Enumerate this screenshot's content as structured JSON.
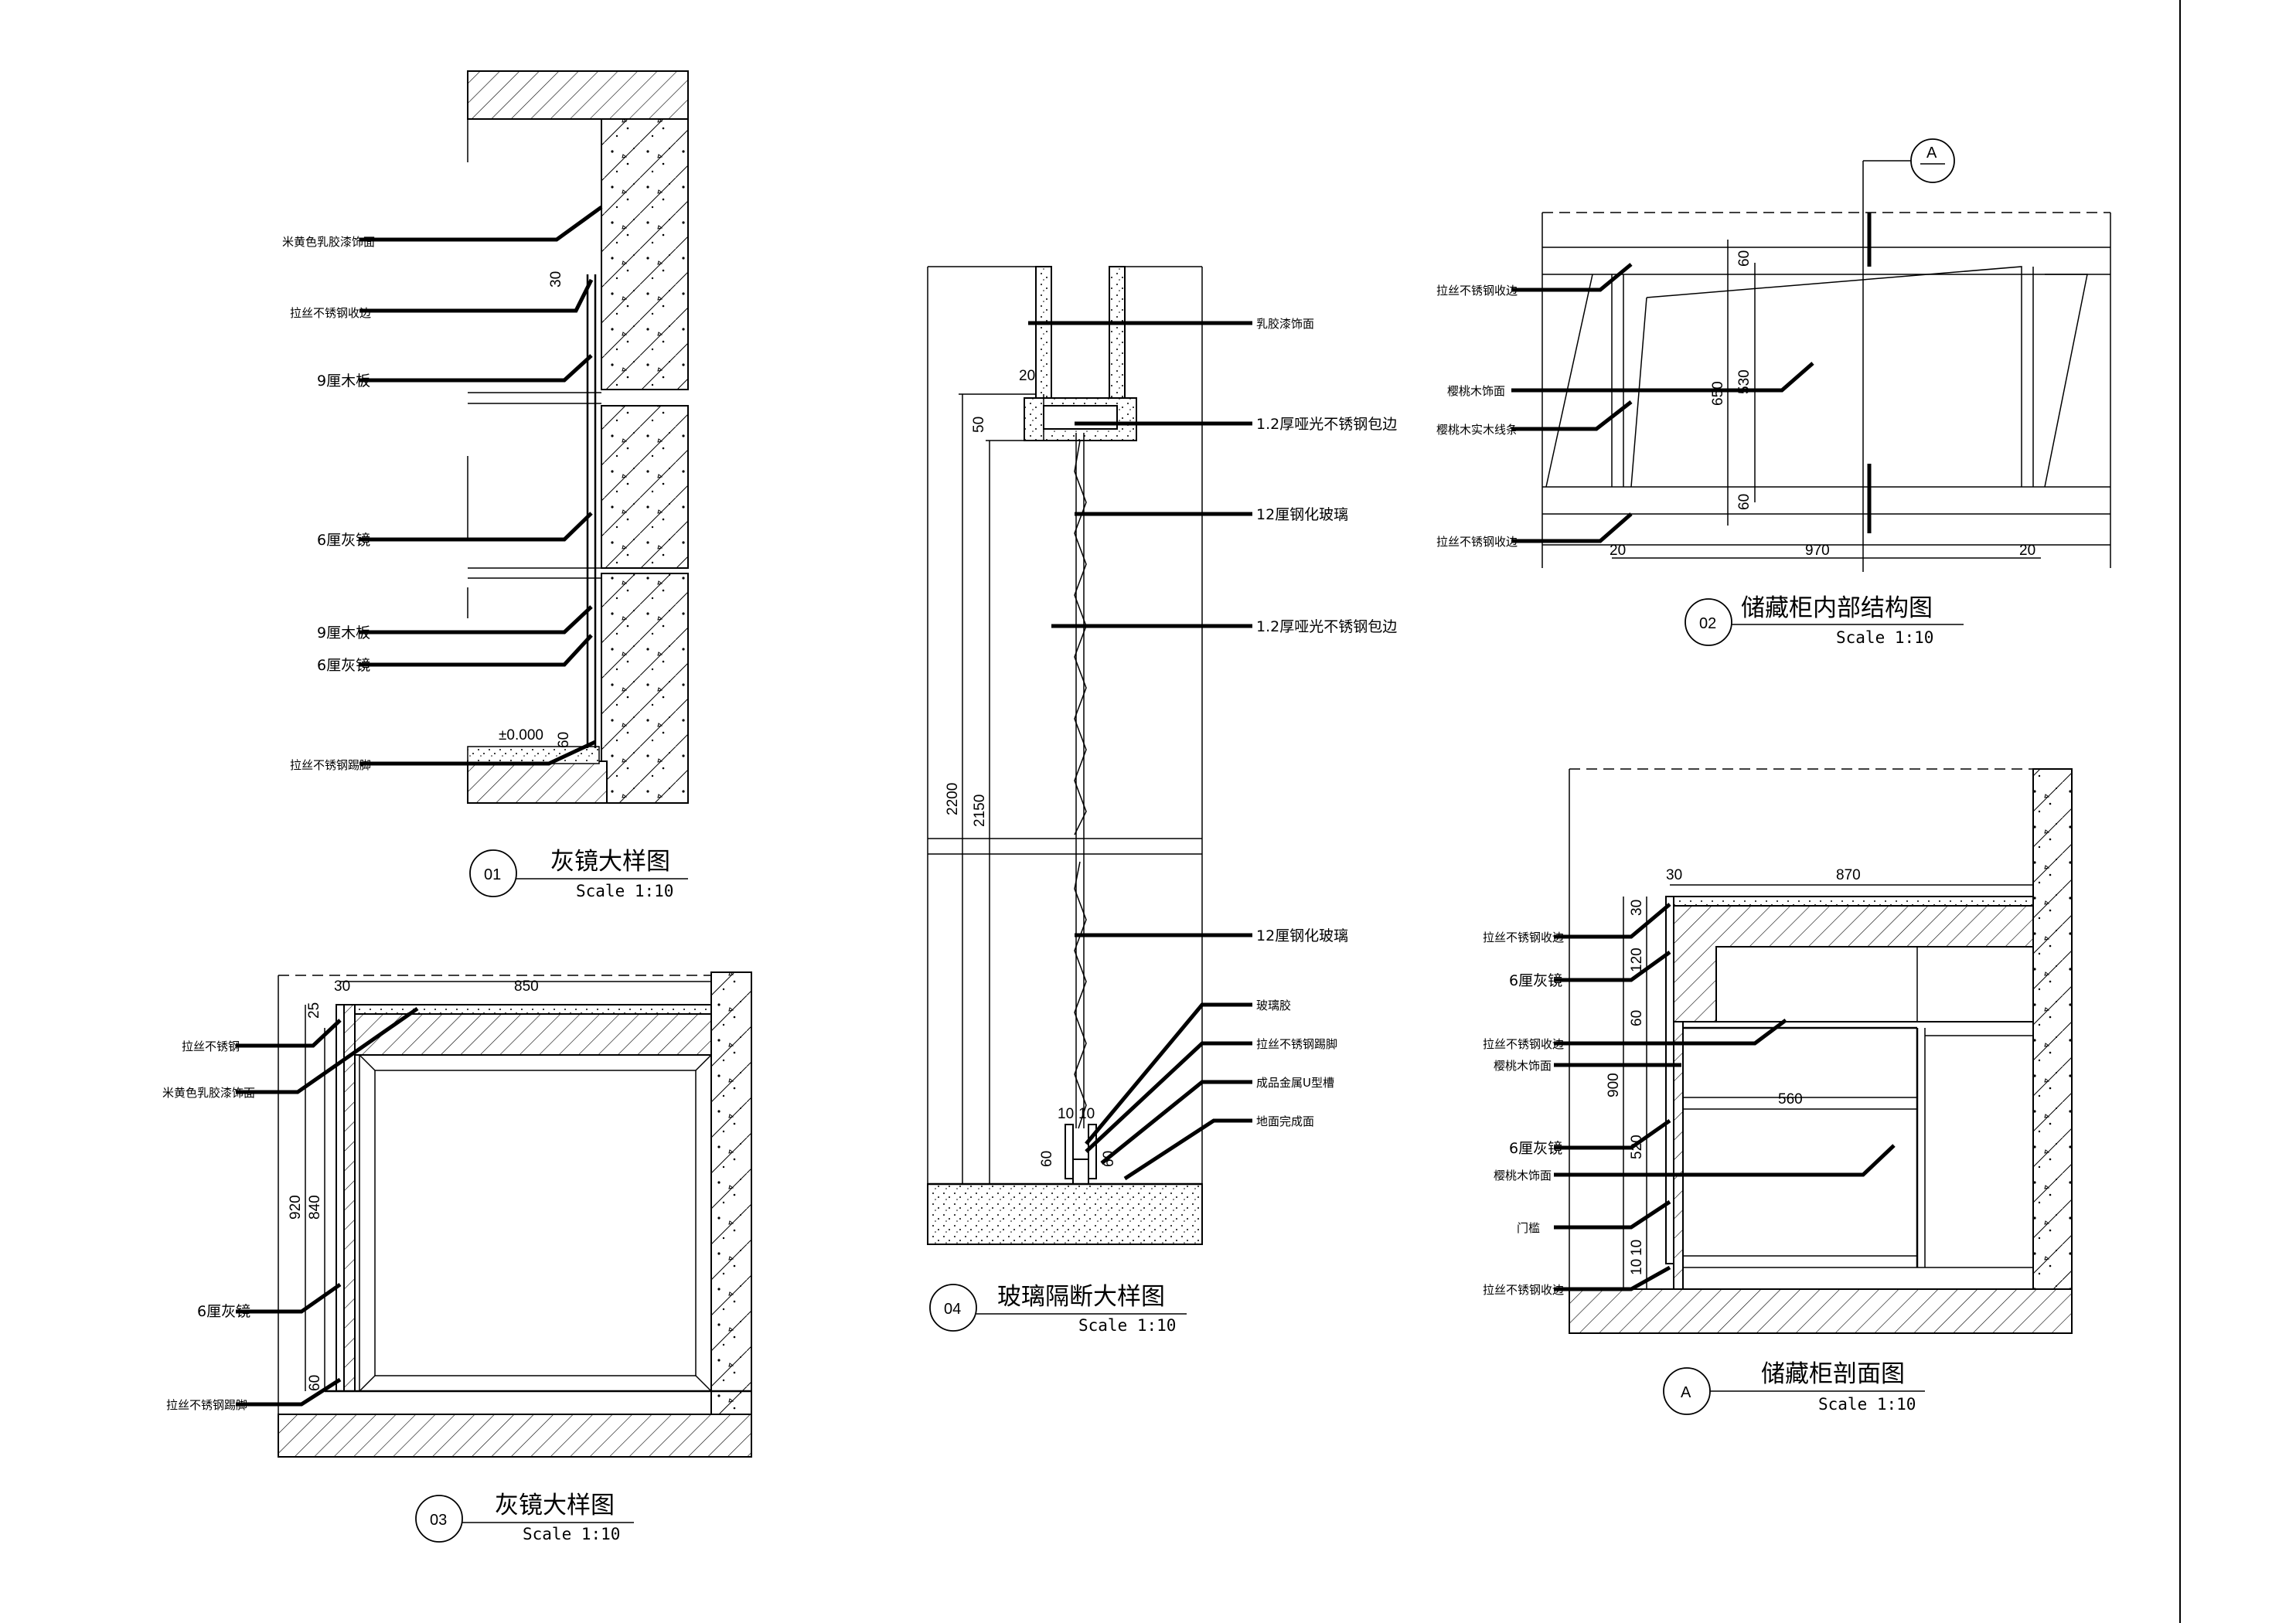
{
  "drawings": {
    "d01": {
      "number": "01",
      "title": "灰镜大样图",
      "scale": "Scale 1:10",
      "labels": [
        "米黄色乳胶漆饰面",
        "拉丝不锈钢收边",
        "9厘木板",
        "6厘灰镜",
        "9厘木板",
        "6厘灰镜",
        "拉丝不锈钢踢脚"
      ],
      "dims": [
        "30",
        "60"
      ],
      "level": "±0.000"
    },
    "d04": {
      "number": "04",
      "title": "玻璃隔断大样图",
      "scale": "Scale 1:10",
      "labels": [
        "乳胶漆饰面",
        "1.2厚哑光不锈钢包边",
        "12厘钢化玻璃",
        "1.2厚哑光不锈钢包边",
        "12厘钢化玻璃",
        "玻璃胶",
        "拉丝不锈钢踢脚",
        "成品金属U型槽",
        "地面完成面"
      ],
      "dims": [
        "20",
        "50",
        "2200",
        "2150",
        "10",
        "10",
        "60",
        "60"
      ]
    },
    "d02": {
      "number": "02",
      "title": "储藏柜内部结构图",
      "scale": "Scale 1:10",
      "section_mark": "A",
      "labels": [
        "拉丝不锈钢收边",
        "樱桃木饰面",
        "樱桃木实木线条",
        "拉丝不锈钢收边"
      ],
      "dims": [
        "60",
        "650",
        "530",
        "60",
        "20",
        "970",
        "20"
      ]
    },
    "d03": {
      "number": "03",
      "title": "灰镜大样图",
      "scale": "Scale 1:10",
      "labels": [
        "拉丝不锈钢",
        "米黄色乳胶漆饰面",
        "6厘灰镜",
        "拉丝不锈钢踢脚"
      ],
      "dims": [
        "30",
        "850",
        "25",
        "920",
        "840",
        "60"
      ]
    },
    "dA": {
      "number": "A",
      "title": "储藏柜剖面图",
      "scale": "Scale 1:10",
      "labels": [
        "拉丝不锈钢收边",
        "6厘灰镜",
        "拉丝不锈钢收边",
        "樱桃木饰面",
        "6厘灰镜",
        "樱桃木饰面",
        "门槛",
        "拉丝不锈钢收边"
      ],
      "dims": [
        "30",
        "870",
        "30",
        "120",
        "60",
        "900",
        "560",
        "520",
        "10",
        "10"
      ]
    }
  }
}
